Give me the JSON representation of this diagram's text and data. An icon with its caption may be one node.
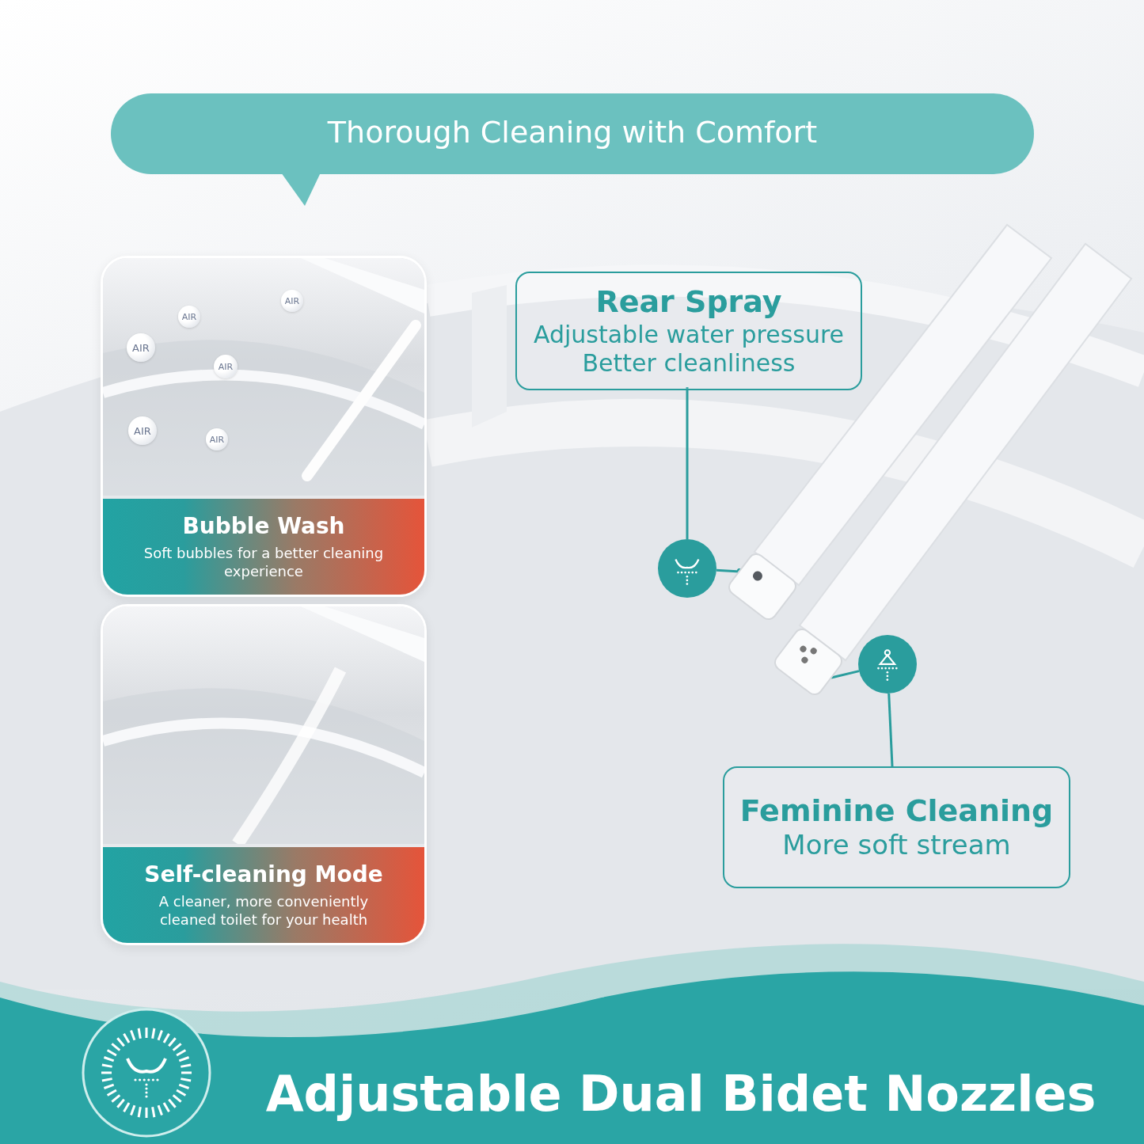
{
  "diagram": {
    "title": "Adjustable Dual Bidet Nozzles",
    "nodes": [
      {
        "text": [
          "Thorough Cleaning with Comfort"
        ]
      },
      {
        "text": [
          "Bubble Wash",
          "Soft bubbles for a better cleaning experience"
        ]
      },
      {
        "text": [
          "Self-cleaning Mode",
          "A cleaner, more conveniently cleaned toilet for your health"
        ]
      },
      {
        "text": [
          "Rear Spray",
          "Adjustable water pressure",
          "Better cleanliness"
        ]
      },
      {
        "text": [],
        "shape": "circle"
      },
      {
        "text": [],
        "shape": "picture"
      },
      {
        "text": [],
        "shape": "circle"
      },
      {
        "text": [],
        "shape": "picture"
      },
      {
        "text": [
          "Feminine Cleaning",
          "More soft stream"
        ]
      }
    ],
    "edges": [
      {
        "from": 3,
        "to": 4,
        "arrow": "none"
      },
      {
        "from": 4,
        "to": 5,
        "arrow": "other"
      },
      {
        "from": 8,
        "to": 6,
        "arrow": "none"
      },
      {
        "from": 6,
        "to": 7,
        "arrow": "none"
      }
    ],
    "labels": [
      "AIR",
      "AIR",
      "AIR",
      "AIR",
      "AIR",
      "AIR"
    ]
  }
}
